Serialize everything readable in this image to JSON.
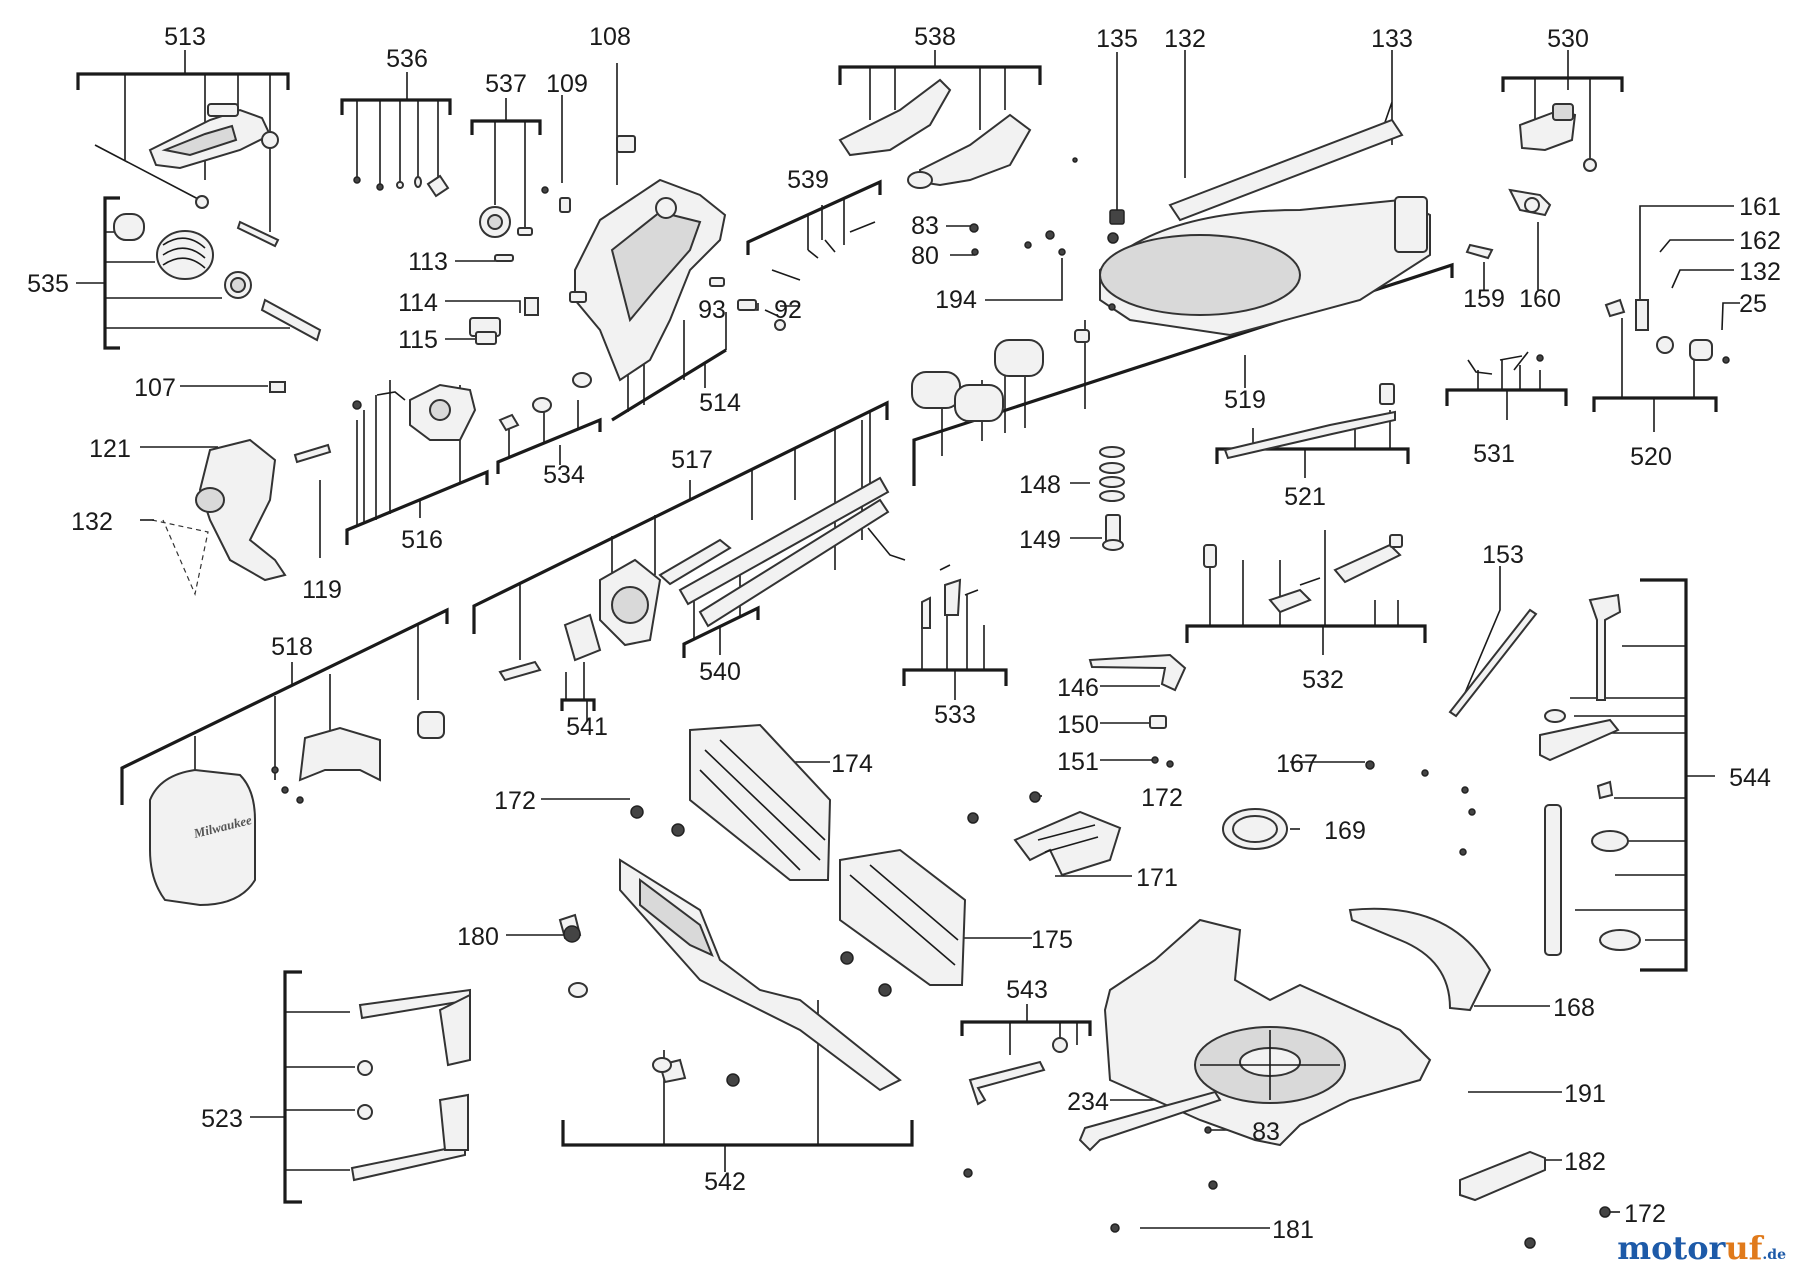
{
  "part_numbers": {
    "p513": "513",
    "p536": "536",
    "p537": "537",
    "p109": "109",
    "p108": "108",
    "p538": "538",
    "p135": "135",
    "p132a": "132",
    "p133": "133",
    "p530": "530",
    "p535": "535",
    "p113": "113",
    "p114": "114",
    "p115": "115",
    "p93": "93",
    "p92": "92",
    "p539": "539",
    "p83a": "83",
    "p80": "80",
    "p194": "194",
    "p161": "161",
    "p162": "162",
    "p132b": "132",
    "p25": "25",
    "p159": "159",
    "p160": "160",
    "p514": "514",
    "p519": "519",
    "p107": "107",
    "p121": "121",
    "p132c": "132",
    "p119": "119",
    "p516": "516",
    "p534": "534",
    "p517": "517",
    "p531": "531",
    "p520": "520",
    "p521": "521",
    "p148": "148",
    "p149": "149",
    "p153": "153",
    "p518": "518",
    "p540": "540",
    "p541": "541",
    "p533": "533",
    "p532": "532",
    "p146": "146",
    "p150": "150",
    "p151": "151",
    "p172a": "172",
    "p172b": "172",
    "p174": "174",
    "p167": "167",
    "p544": "544",
    "p169": "169",
    "p171": "171",
    "p180": "180",
    "p175": "175",
    "p168": "168",
    "p543": "543",
    "p191": "191",
    "p523": "523",
    "p234": "234",
    "p83b": "83",
    "p542": "542",
    "p182": "182",
    "p172c": "172",
    "p181": "181"
  },
  "part_markings": {
    "guard_logo": "Milwaukee"
  },
  "watermark": {
    "brand_main": "motor",
    "brand_accent": "uf",
    "brand_tld": ".de"
  }
}
